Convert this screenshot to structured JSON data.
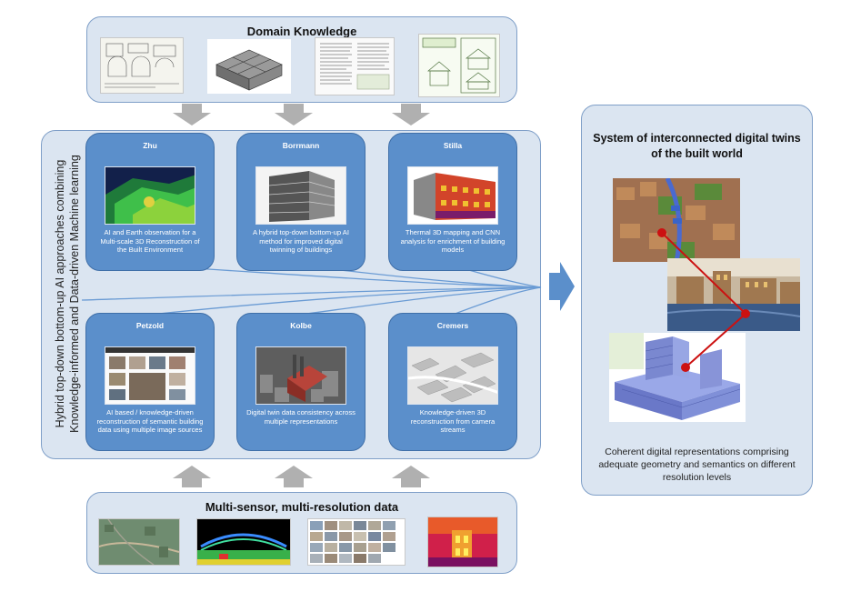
{
  "domain_knowledge": {
    "title": "Domain Knowledge"
  },
  "left_axis": {
    "line1": "Hybrid top-down bottom-up AI approaches combining",
    "line2": "Knowledge-informed and Data-driven Machine learning"
  },
  "cards": [
    {
      "name": "Zhu",
      "desc": "AI and Earth observation for a Multi-scale 3D Reconstruction of the Built Environment"
    },
    {
      "name": "Borrmann",
      "desc": "A hybrid top-down bottom-up AI method for improved digital twinning of buildings"
    },
    {
      "name": "Stilla",
      "desc": "Thermal 3D mapping and CNN analysis for enrichment of building models"
    },
    {
      "name": "Petzold",
      "desc": "AI based / knowledge-driven reconstruction of semantic building data using multiple image sources"
    },
    {
      "name": "Kolbe",
      "desc": "Digital twin data consistency across multiple representations"
    },
    {
      "name": "Cremers",
      "desc": "Knowledge-driven 3D reconstruction from camera streams"
    }
  ],
  "sensor_data": {
    "title": "Multi-sensor, multi-resolution data"
  },
  "digital_twins": {
    "title_line1": "System of interconnected digital twins",
    "title_line2": "of the built world",
    "caption_line1": "Coherent digital representations comprising",
    "caption_line2": "adequate geometry and semantics on different",
    "caption_line3": "resolution levels"
  },
  "colors": {
    "panel_fill": "#dbe5f1",
    "panel_border": "#7f9fc8",
    "card_fill": "#5b8fcb",
    "arrow_gray": "#b0b0b0",
    "arrow_blue": "#5b8fcb",
    "link_red": "#cc1111"
  }
}
